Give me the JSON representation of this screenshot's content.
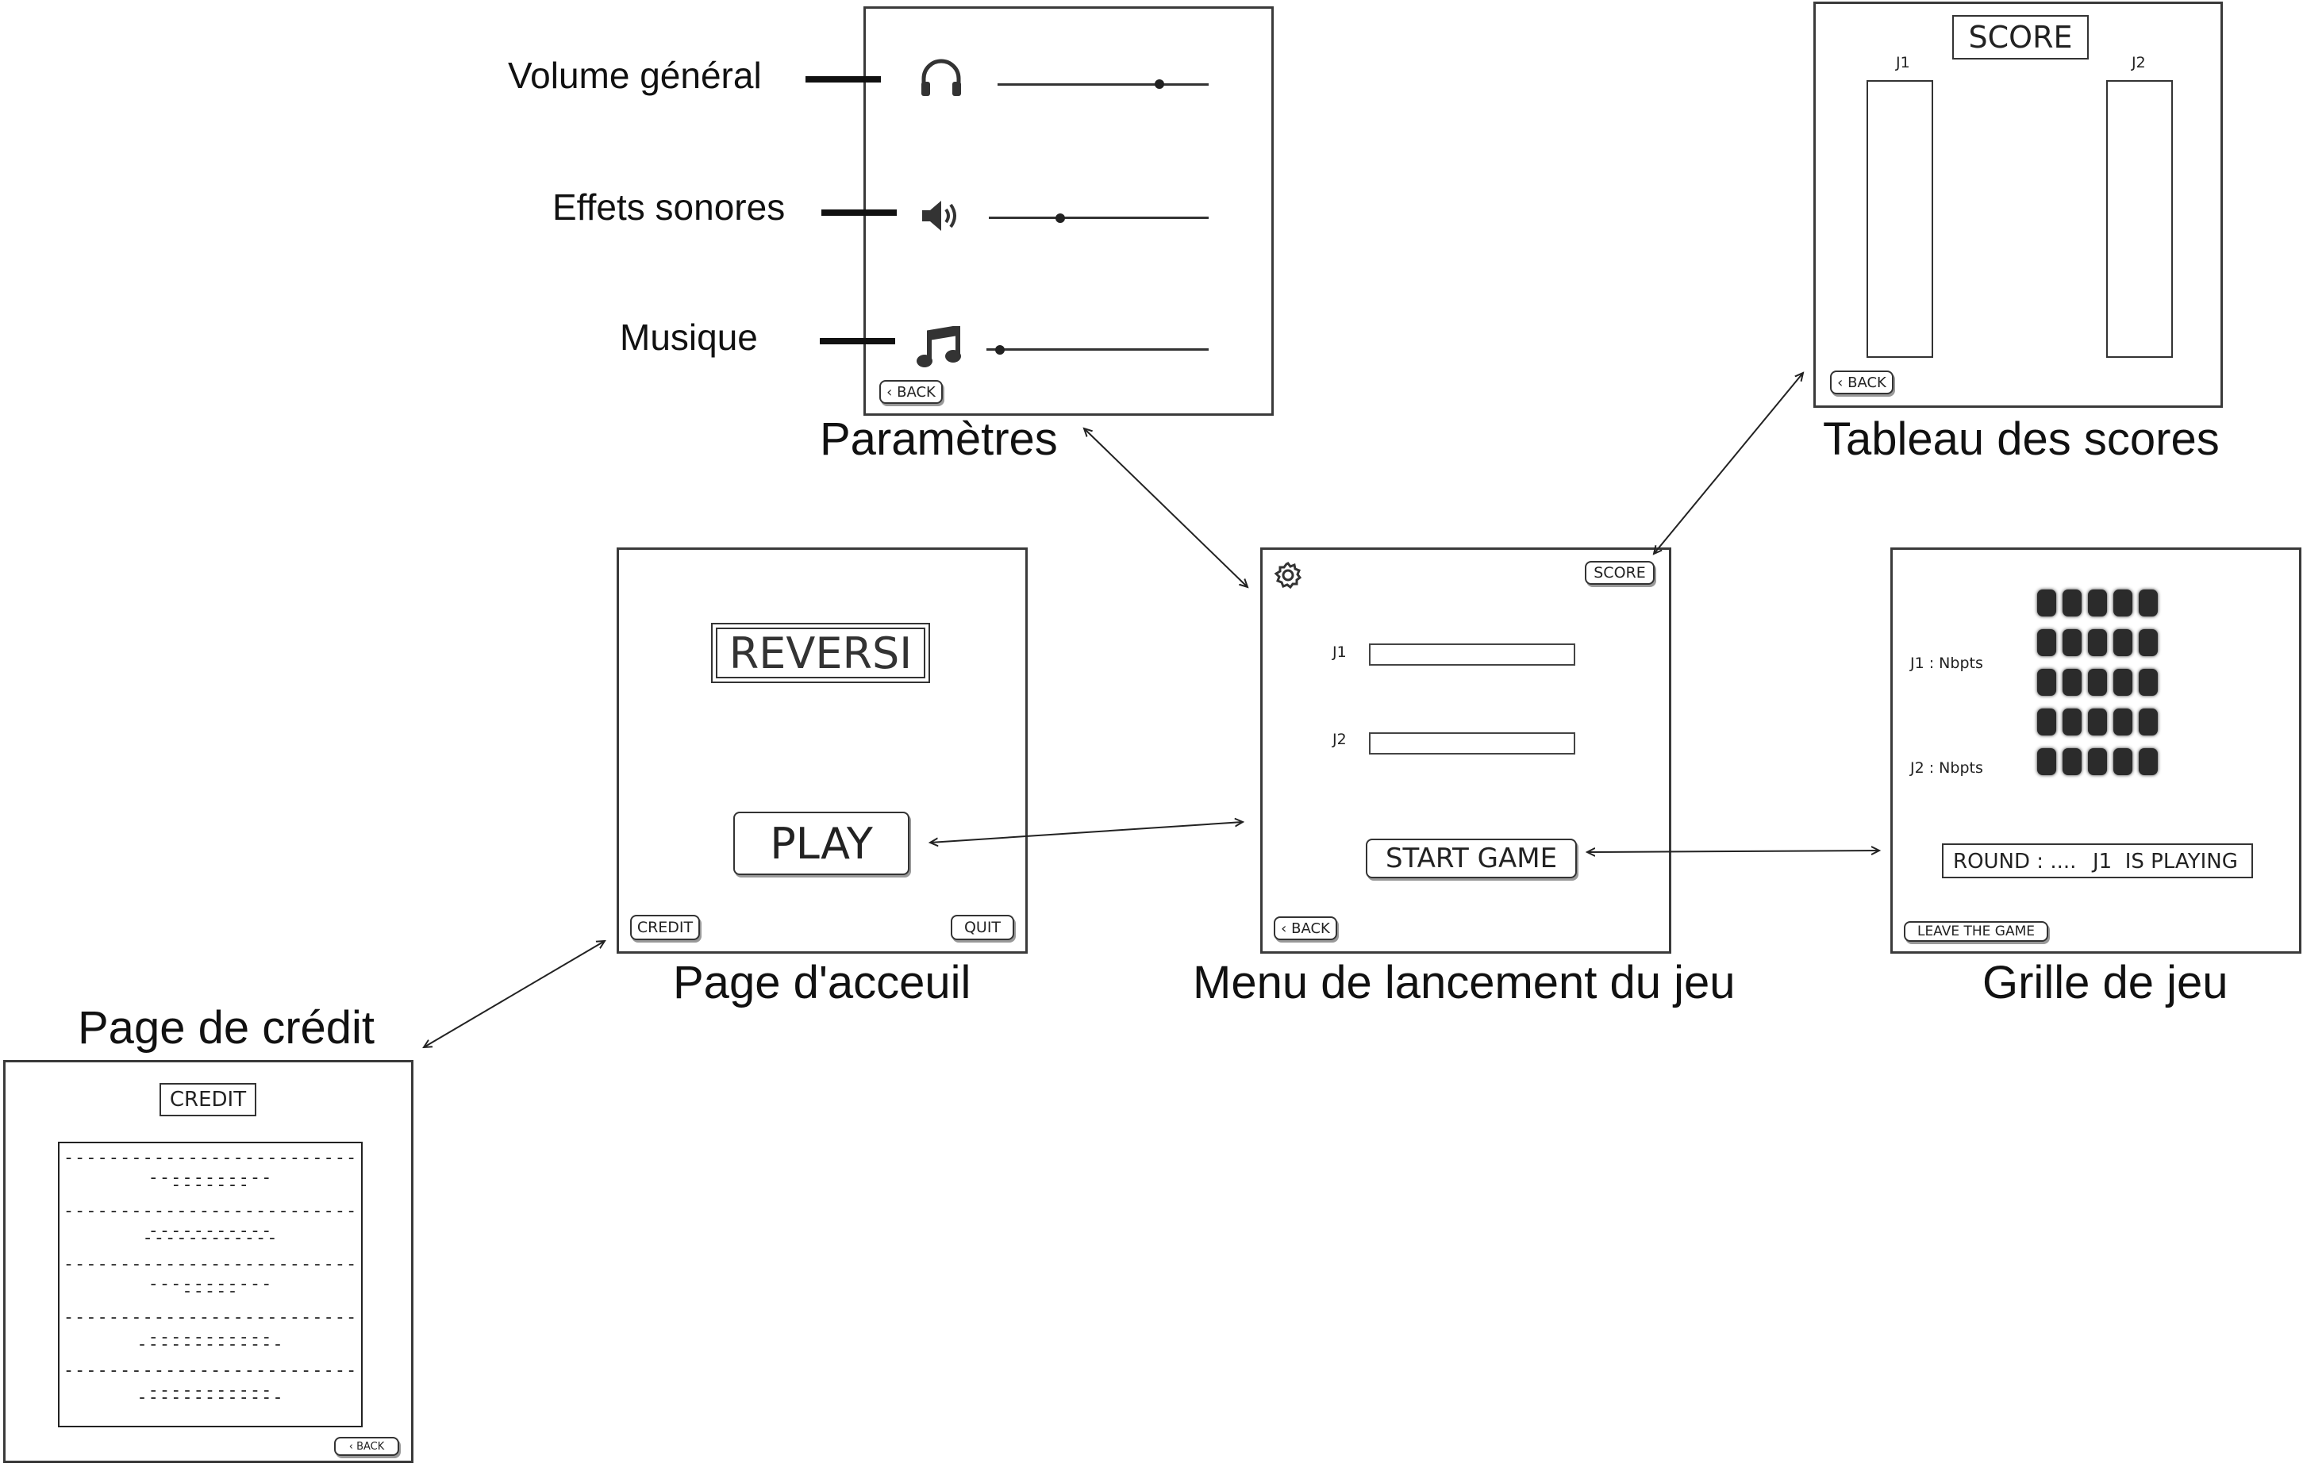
{
  "captions": {
    "parametres": "Paramètres",
    "tableau_scores": "Tableau des scores",
    "accueil": "Page d'acceuil",
    "menu": "Menu de lancement du jeu",
    "grille": "Grille de jeu",
    "credit_page": "Page de crédit"
  },
  "settings": {
    "rows": [
      {
        "label": "Volume général",
        "icon": "headphones-icon",
        "level": 0.77
      },
      {
        "label": "Effets sonores",
        "icon": "speaker-icon",
        "level": 0.33
      },
      {
        "label": "Musique",
        "icon": "music-note-icon",
        "level": 0.07
      }
    ],
    "back": "‹ BACK"
  },
  "scores": {
    "title": "SCORE",
    "j1": "J1",
    "j2": "J2",
    "back": "‹ BACK"
  },
  "home": {
    "title": "REVERSI",
    "play": "PLAY",
    "credit": "CREDIT",
    "quit": "QUIT"
  },
  "menu": {
    "score_button": "SCORE",
    "j1": "J1",
    "j2": "J2",
    "start": "START GAME",
    "back": "‹ BACK",
    "icon": "gear-icon"
  },
  "game": {
    "j1_points": "J1 : Nbpts",
    "j2_points": "J2 : Nbpts",
    "round": "ROUND : ....",
    "playing": "J1  IS PLAYING",
    "leave": "LEAVE THE GAME"
  },
  "credit": {
    "title": "CREDIT",
    "lines": [
      "-------------------------------------",
      "-------",
      "-------------------------------------",
      "------------",
      "-------------------------------------",
      "-----",
      "-------------------------------------",
      "-------------",
      "-------------------------------------",
      "-------------"
    ],
    "back": "‹  BACK"
  }
}
